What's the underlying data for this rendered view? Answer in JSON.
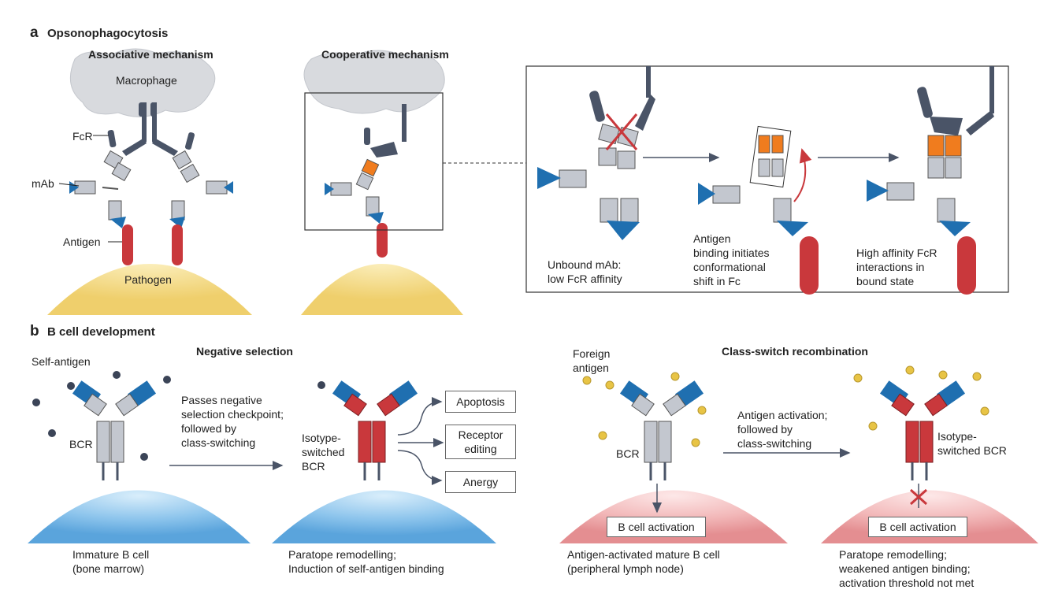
{
  "panel_a": {
    "letter": "a",
    "title": "Opsonophagocytosis",
    "associative_title": "Associative mechanism",
    "cooperative_title": "Cooperative mechanism",
    "labels": {
      "macrophage": "Macrophage",
      "fcr": "FcR",
      "mab": "mAb",
      "antigen": "Antigen",
      "pathogen": "Pathogen"
    },
    "zoom_captions": {
      "unbound_1": "Unbound mAb:",
      "unbound_2": "low FcR affinity",
      "shift_1": "Antigen",
      "shift_2": "binding initiates",
      "shift_3": "conformational",
      "shift_4": "shift in Fc",
      "high_1": "High affinity FcR",
      "high_2": "interactions in",
      "high_3": "bound state"
    }
  },
  "panel_b": {
    "letter": "b",
    "title": "B cell development",
    "negative_title": "Negative selection",
    "csr_title": "Class-switch recombination",
    "labels": {
      "self_antigen": "Self-antigen",
      "bcr_left": "BCR",
      "passes_1": "Passes negative",
      "passes_2": "selection checkpoint;",
      "passes_3": "followed by",
      "passes_4": "class-switching",
      "isotype_1": "Isotype-",
      "isotype_2": "switched",
      "isotype_3": "BCR",
      "apoptosis": "Apoptosis",
      "receptor_1": "Receptor",
      "receptor_2": "editing",
      "anergy": "Anergy",
      "immature_1": "Immature B cell",
      "immature_2": "(bone marrow)",
      "paratope_left_1": "Paratope remodelling;",
      "paratope_left_2": "Induction of self-antigen binding",
      "foreign_1": "Foreign",
      "foreign_2": "antigen",
      "bcr_right": "BCR",
      "activation_1": "Antigen activation;",
      "activation_2": "followed by",
      "activation_3": "class-switching",
      "isotype_right_1": "Isotype-",
      "isotype_right_2": "switched BCR",
      "b_activation_1": "B cell activation",
      "b_activation_2": "B cell activation",
      "mature_1": "Antigen-activated mature B cell",
      "mature_2": "(peripheral lymph node)",
      "paratope_right_1": "Paratope remodelling;",
      "paratope_right_2": "weakened antigen binding;",
      "paratope_right_3": "activation threshold not met"
    }
  },
  "colors": {
    "blue": "#1f6fb0",
    "grey": "#c3c7cf",
    "red": "#c9383c",
    "orange": "#f07c1e",
    "macrophage": "#d8dade",
    "pathogen": "#f3dc8e",
    "cell_blue": "#8cc4ec",
    "cell_pink": "#f2b7b8",
    "dark": "#4a5467"
  }
}
